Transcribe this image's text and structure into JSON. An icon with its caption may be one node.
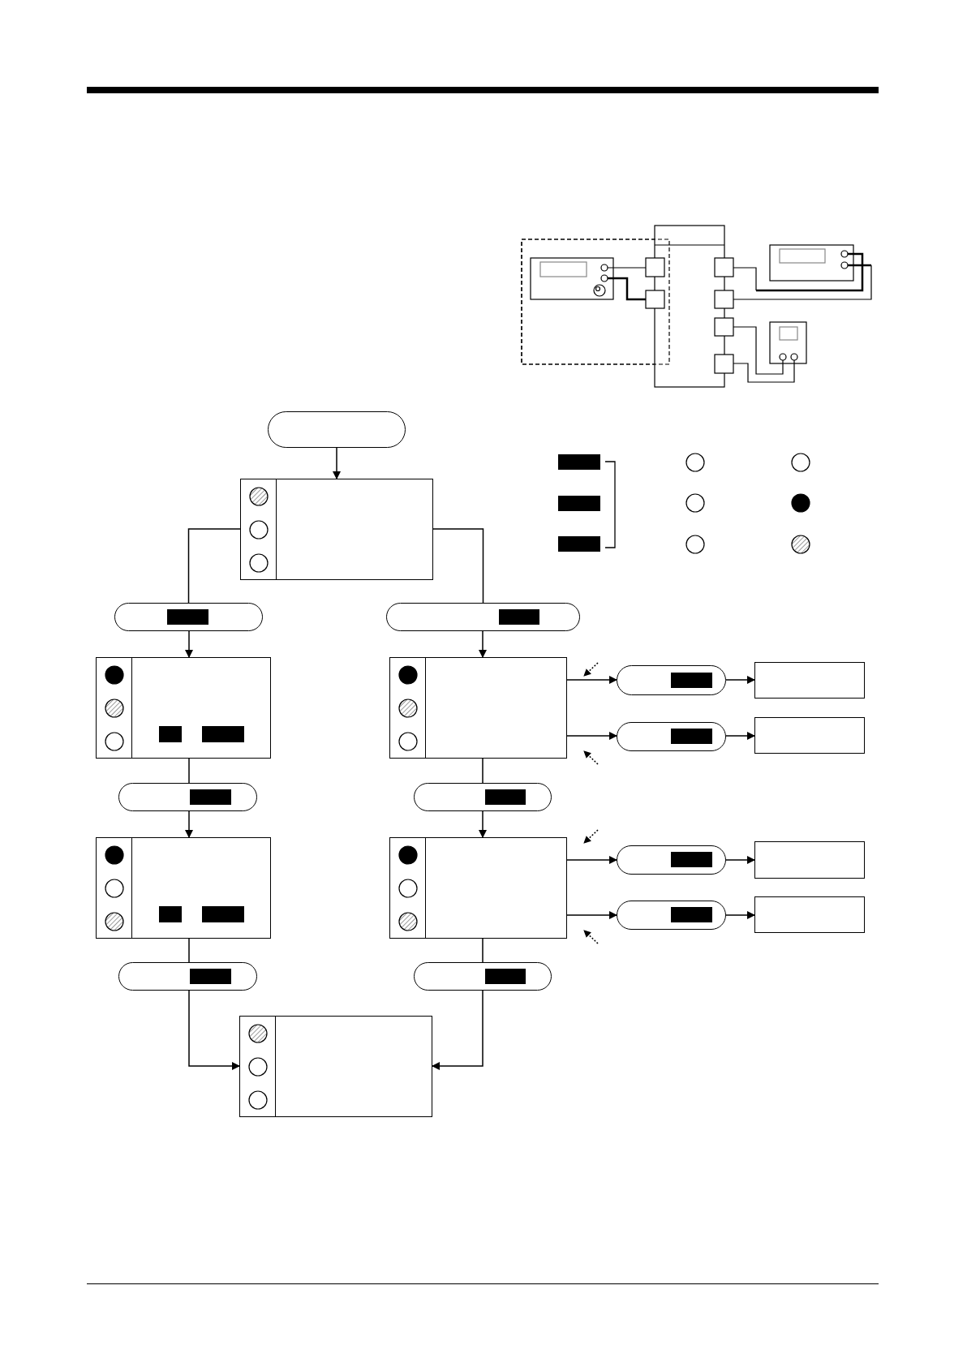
{
  "diagram": {
    "nodes": [
      {
        "text": [],
        "shape": "pill"
      },
      {
        "text": [],
        "shape": "box"
      },
      {
        "text": [],
        "shape": "pill"
      },
      {
        "text": [],
        "shape": "pill"
      },
      {
        "text": [],
        "shape": "box"
      },
      {
        "text": [],
        "shape": "box"
      },
      {
        "text": [],
        "shape": "pill"
      },
      {
        "text": [],
        "shape": "box"
      },
      {
        "text": [],
        "shape": "pill"
      },
      {
        "text": [],
        "shape": "box"
      },
      {
        "text": [],
        "shape": "pill"
      },
      {
        "text": [],
        "shape": "pill"
      },
      {
        "text": [],
        "shape": "box"
      },
      {
        "text": [],
        "shape": "box"
      },
      {
        "text": [],
        "shape": "pill"
      },
      {
        "text": [],
        "shape": "box"
      },
      {
        "text": [],
        "shape": "pill"
      },
      {
        "text": [],
        "shape": "box"
      },
      {
        "text": [],
        "shape": "pill"
      },
      {
        "text": [],
        "shape": "pill"
      },
      {
        "text": [],
        "shape": "box"
      }
    ],
    "edges": [
      {
        "from": 0,
        "to": 1,
        "arrow": "to"
      },
      {
        "from": 1,
        "to": 2,
        "arrow": "none"
      },
      {
        "from": 1,
        "to": 3,
        "arrow": "none"
      },
      {
        "from": 2,
        "to": 4,
        "arrow": "to"
      },
      {
        "from": 3,
        "to": 5,
        "arrow": "to"
      },
      {
        "from": 5,
        "to": 6,
        "arrow": "to"
      },
      {
        "from": 6,
        "to": 7,
        "arrow": "to"
      },
      {
        "from": 5,
        "to": 8,
        "arrow": "to"
      },
      {
        "from": 8,
        "to": 9,
        "arrow": "to"
      },
      {
        "from": 4,
        "to": 10,
        "arrow": "none"
      },
      {
        "from": 5,
        "to": 11,
        "arrow": "none"
      },
      {
        "from": 10,
        "to": 12,
        "arrow": "to"
      },
      {
        "from": 11,
        "to": 13,
        "arrow": "to"
      },
      {
        "from": 13,
        "to": 14,
        "arrow": "to"
      },
      {
        "from": 14,
        "to": 15,
        "arrow": "to"
      },
      {
        "from": 13,
        "to": 16,
        "arrow": "to"
      },
      {
        "from": 16,
        "to": 17,
        "arrow": "to"
      },
      {
        "from": 12,
        "to": 18,
        "arrow": "none"
      },
      {
        "from": 13,
        "to": 19,
        "arrow": "none"
      },
      {
        "from": 18,
        "to": 20,
        "arrow": "to"
      },
      {
        "from": 19,
        "to": 20,
        "arrow": "to"
      }
    ]
  }
}
